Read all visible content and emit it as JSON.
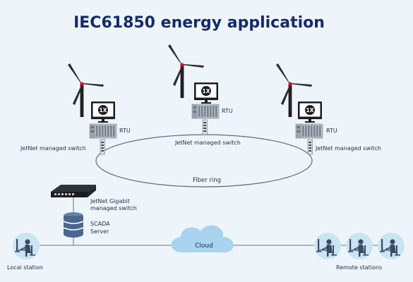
{
  "title": "IEC61850 energy application",
  "turbines": [
    {
      "id": "left",
      "monitor_label": "1X",
      "rtu_label": "RTU",
      "switch_label": "JetNet managed switch"
    },
    {
      "id": "center",
      "monitor_label": "1X",
      "rtu_label": "RTU",
      "switch_label": "JetNet managed switch"
    },
    {
      "id": "right",
      "monitor_label": "1X",
      "rtu_label": "RTU",
      "switch_label": "JetNet managed switch"
    }
  ],
  "ring_label": "Fiber ring",
  "gigabit_switch_label_1": "JetNet Gigabit",
  "gigabit_switch_label_2": "managed switch",
  "server_label_1": "SCADA",
  "server_label_2": "Server",
  "cloud_label": "Cloud",
  "local_station_label": "Local station",
  "remote_stations_label": "Remote stations",
  "colors": {
    "background": "#eef5fa",
    "title": "#142a6b",
    "line": "#6b7684",
    "circle": "#c9e4f2",
    "server": "#4b6690",
    "cloud": "#a9d3ee"
  }
}
